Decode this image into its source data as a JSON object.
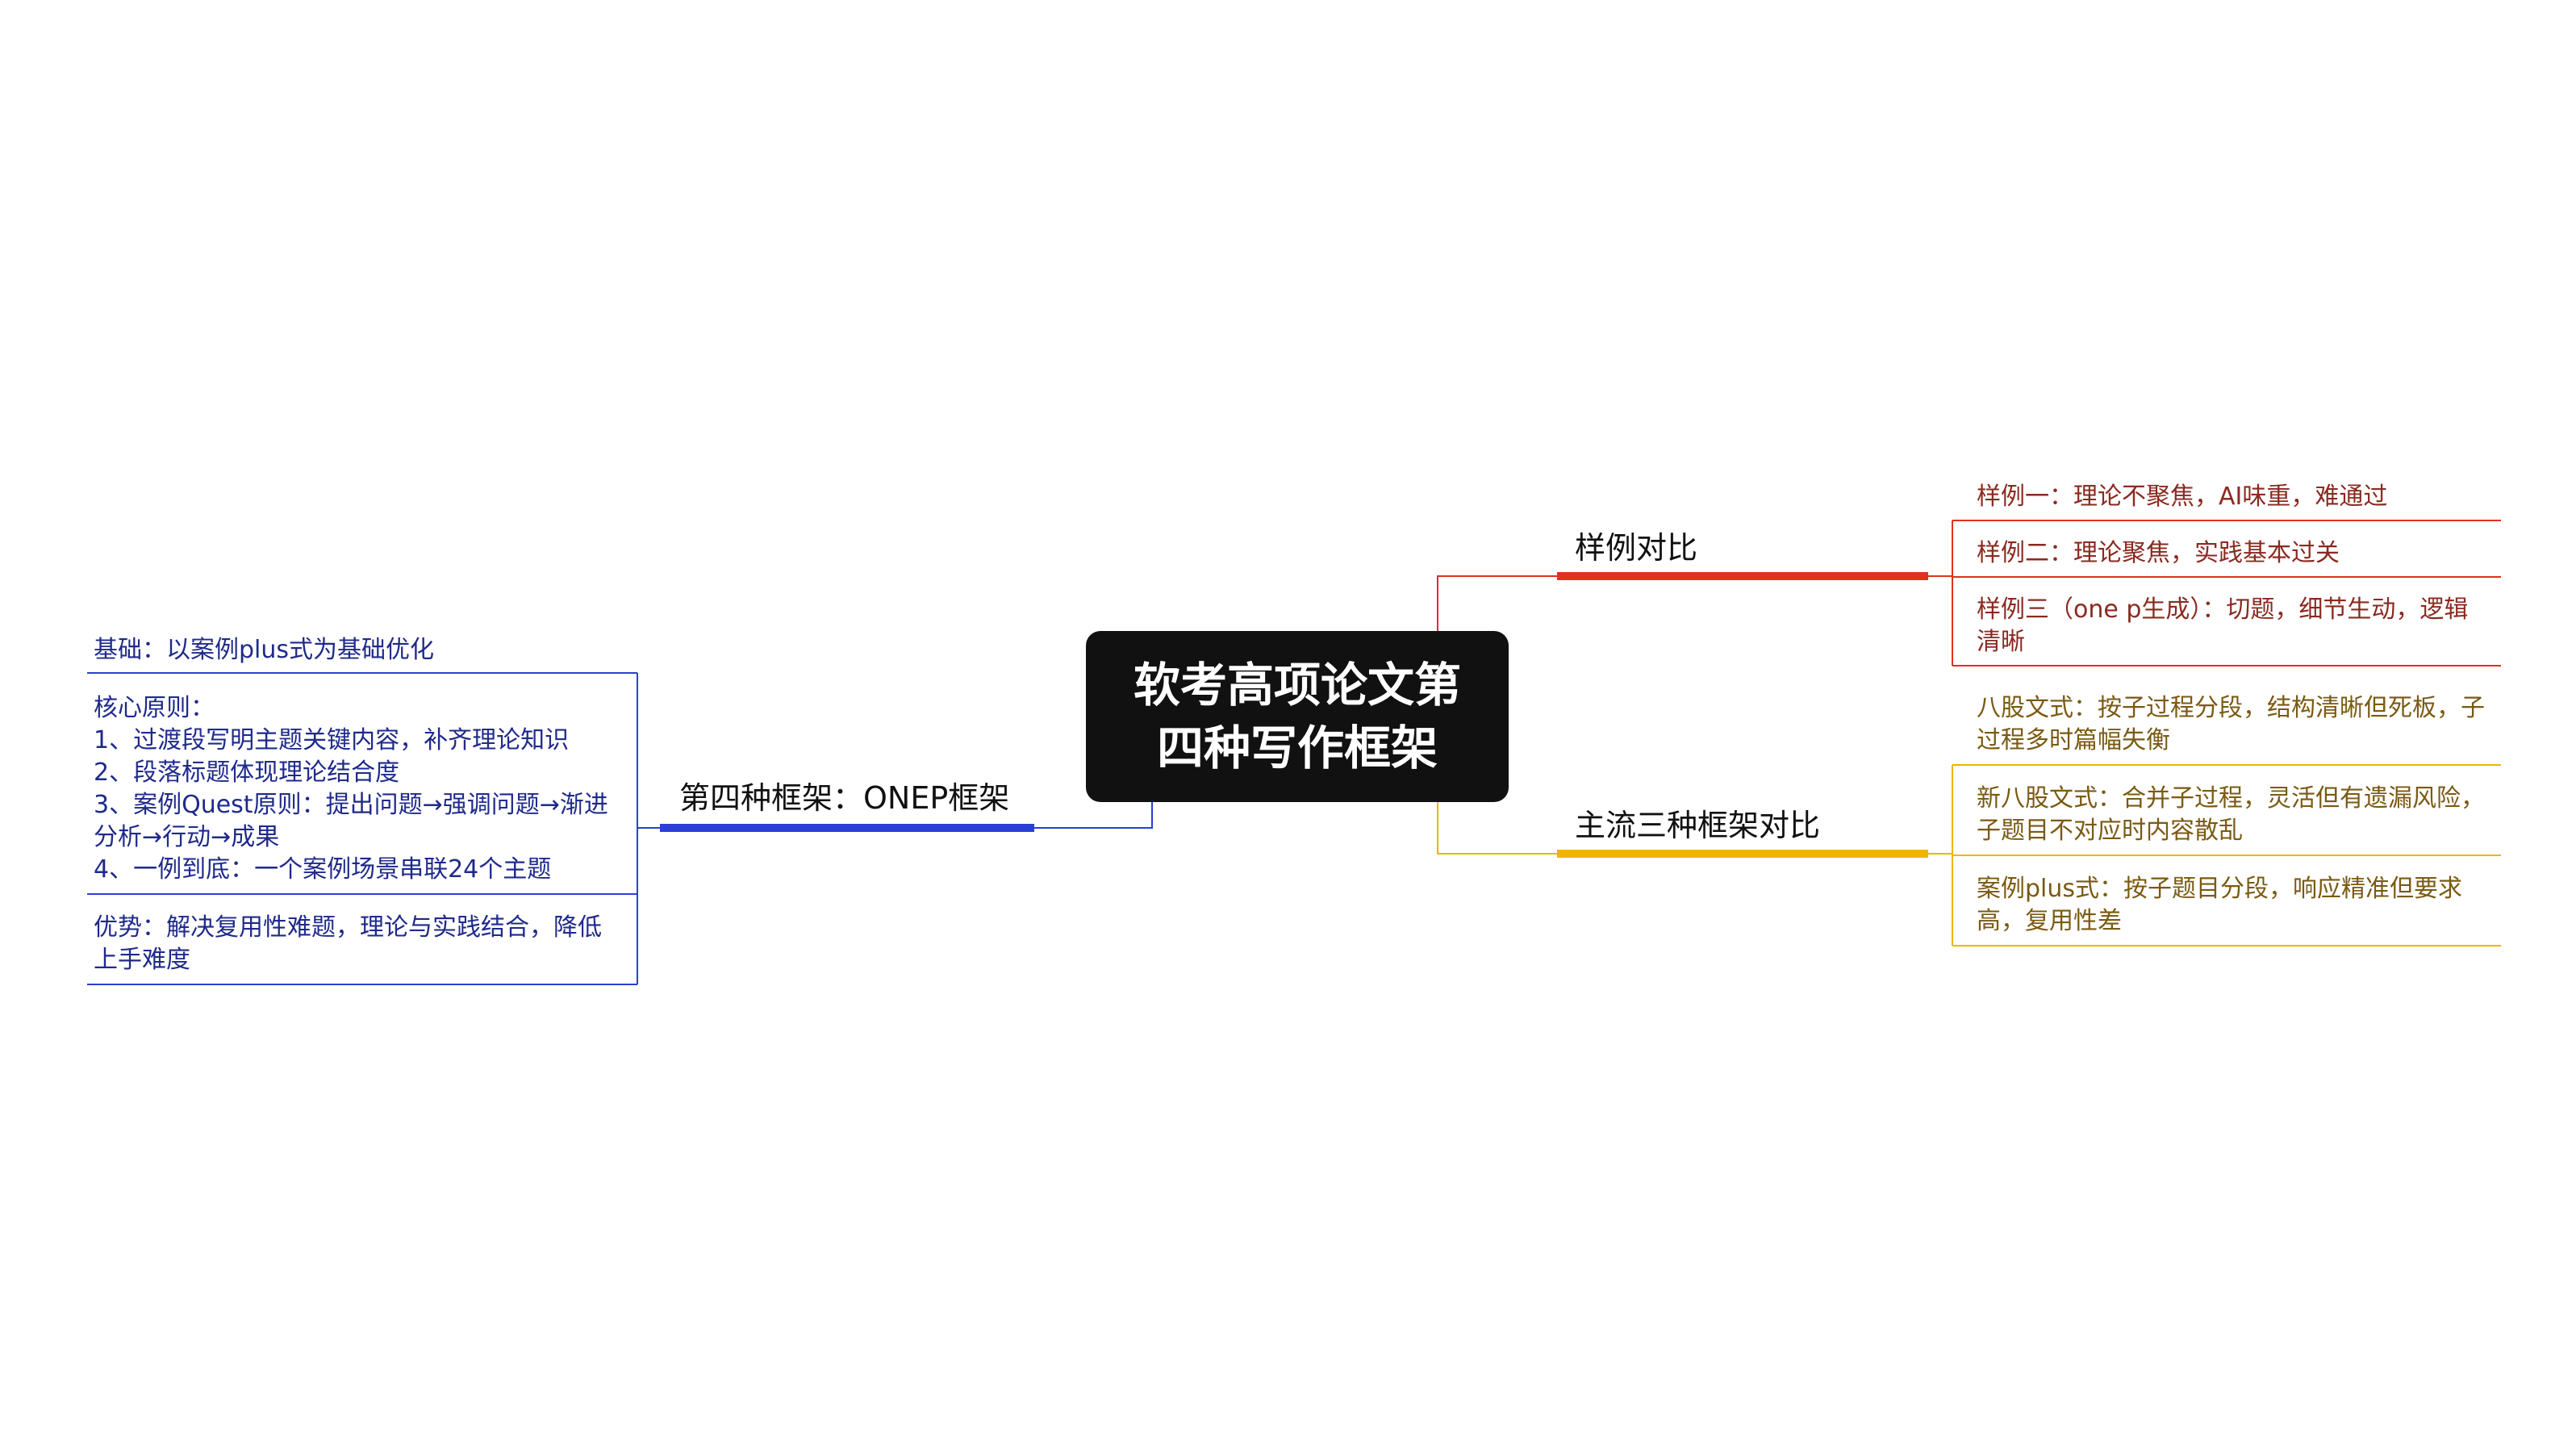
{
  "root": {
    "line1": "软考高项论文第",
    "line2": "四种写作框架"
  },
  "branches": {
    "sample_compare": {
      "label": "样例对比",
      "color": "#e0301e",
      "items": [
        {
          "lines": [
            "样例一：理论不聚焦，AI味重，难通过"
          ]
        },
        {
          "lines": [
            "样例二：理论聚焦，实践基本过关"
          ]
        },
        {
          "lines": [
            "样例三（one p生成）：切题，细节生动，逻辑",
            "清晰"
          ]
        }
      ]
    },
    "three_frameworks": {
      "label": "主流三种框架对比",
      "color": "#f0b400",
      "items": [
        {
          "lines": [
            "八股文式：按子过程分段，结构清晰但死板，子",
            "过程多时篇幅失衡"
          ]
        },
        {
          "lines": [
            "新八股文式：合并子过程，灵活但有遗漏风险，",
            "子题目不对应时内容散乱"
          ]
        },
        {
          "lines": [
            "案例plus式：按子题目分段，响应精准但要求",
            "高，复用性差"
          ]
        }
      ]
    },
    "onep": {
      "label": "第四种框架：ONEP框架",
      "color": "#2a3fd6",
      "items": [
        {
          "lines": [
            "基础：以案例plus式为基础优化"
          ]
        },
        {
          "lines": [
            "核心原则：",
            "1、过渡段写明主题关键内容，补齐理论知识",
            "2、段落标题体现理论结合度",
            "3、案例Quest原则：提出问题→强调问题→渐进",
            "分析→行动→成果",
            "4、一例到底：一个案例场景串联24个主题"
          ]
        },
        {
          "lines": [
            "优势：解决复用性难题，理论与实践结合，降低",
            "上手难度"
          ]
        }
      ]
    }
  }
}
